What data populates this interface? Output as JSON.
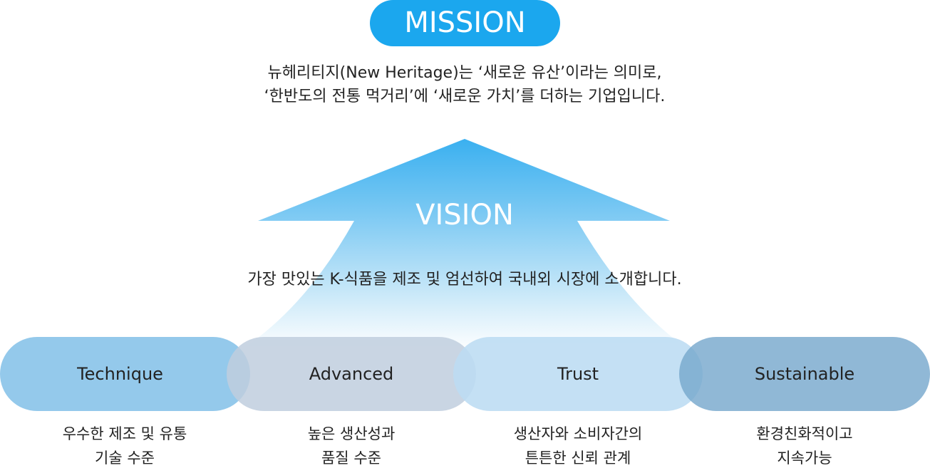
{
  "mission": {
    "title": "MISSION",
    "lines": [
      "뉴헤리티지(New Heritage)는 ‘새로운 유산’이라는 의미로,",
      "‘한반도의 전통 먹거리’에 ‘새로운 가치’를 더하는 기업입니다."
    ]
  },
  "vision": {
    "title": "VISION",
    "text": "가장 맛있는 K-식품을 제조 및 엄선하여 국내외 시장에 소개합니다."
  },
  "values": [
    {
      "label": "Technique",
      "desc": [
        "우수한 제조 및 유통",
        "기술 수준"
      ],
      "color": "#85c2e8"
    },
    {
      "label": "Advanced",
      "desc": [
        "높은 생산성과",
        "품질 수준"
      ],
      "color": "#bfcede"
    },
    {
      "label": "Trust",
      "desc": [
        "생산자와 소비자간의",
        "튼튼한 신뢰 관계"
      ],
      "color": "#bcdcf3"
    },
    {
      "label": "Sustainable",
      "desc": [
        "환경친화적이고",
        "지속가능"
      ],
      "color": "#78a8cd"
    }
  ],
  "colors": {
    "mission_pill": "#1ba7ee",
    "arrow_top": "#3ab0f0",
    "arrow_bottom": "#ffffff"
  }
}
